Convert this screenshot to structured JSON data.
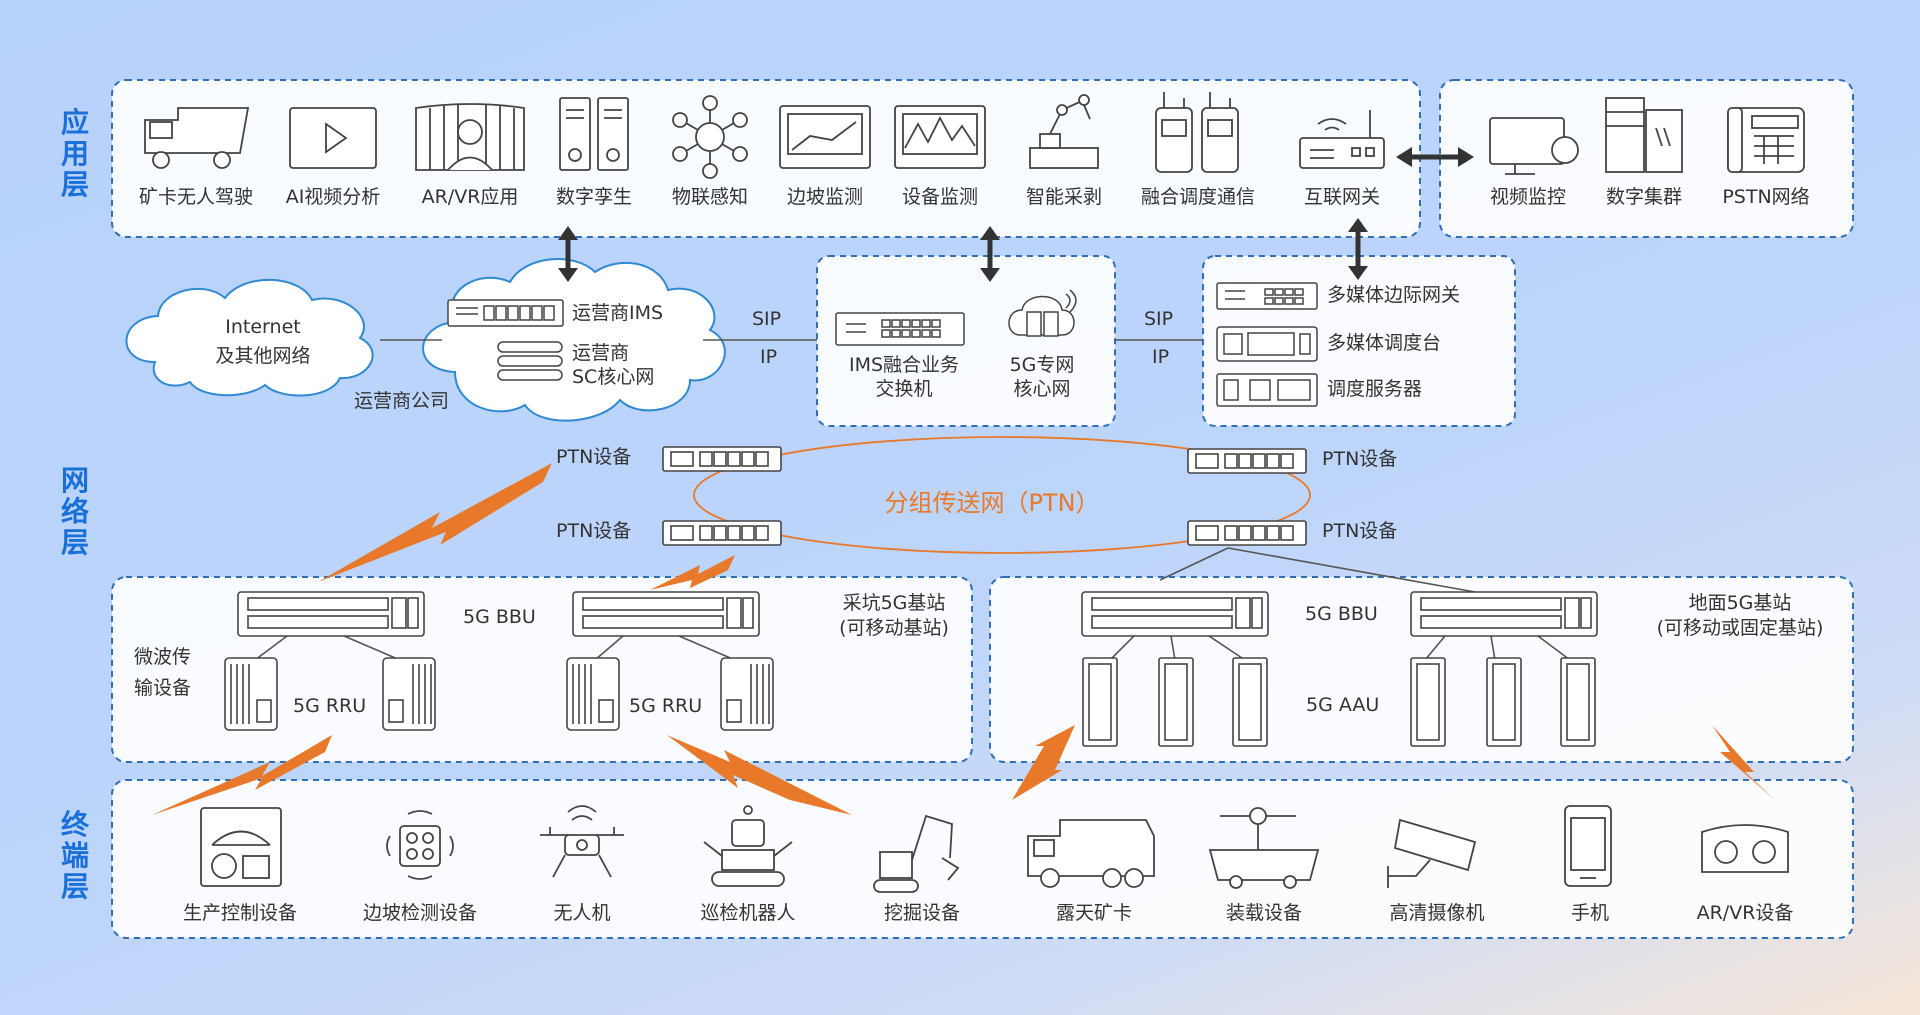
{
  "layers": {
    "application": "应用层",
    "network": "网络层",
    "terminal": "终端层"
  },
  "app_items": [
    "矿卡无人驾驶",
    "AI视频分析",
    "AR/VR应用",
    "数字孪生",
    "物联感知",
    "边坡监测",
    "设备监测",
    "智能采剥",
    "融合调度通信",
    "互联网关"
  ],
  "app_right_items": [
    "视频监控",
    "数字集群",
    "PSTN网络"
  ],
  "internet": [
    "Internet",
    "及其他网络"
  ],
  "operator_company": "运营商公司",
  "operator_ims": "运营商IMS",
  "operator_sc": [
    "运营商",
    "SC核心网"
  ],
  "sip": "SIP",
  "ip": "IP",
  "ims_switch": [
    "IMS融合业务",
    "交换机"
  ],
  "core_5g": [
    "5G专网",
    "核心网"
  ],
  "media_items": [
    "多媒体边际网关",
    "多媒体调度台",
    "调度服务器"
  ],
  "ptn_device": "PTN设备",
  "ptn_network": "分组传送网（PTN）",
  "bbu": "5G BBU",
  "rru": "5G RRU",
  "aau": "5G AAU",
  "microwave": [
    "微波传",
    "输设备"
  ],
  "pit_station": [
    "采坑5G基站",
    "(可移动基站)"
  ],
  "ground_station": [
    "地面5G基站",
    "(可移动或固定基站)"
  ],
  "terminal_items": [
    "生产控制设备",
    "边坡检测设备",
    "无人机",
    "巡检机器人",
    "挖掘设备",
    "露天矿卡",
    "装载设备",
    "高清摄像机",
    "手机",
    "AR/VR设备"
  ],
  "colors": {
    "dash_border": "#2f6fb5",
    "accent_orange": "#e8782a",
    "layer_blue": "#1a6fd8",
    "cloud_stroke": "#2f8ad1"
  }
}
